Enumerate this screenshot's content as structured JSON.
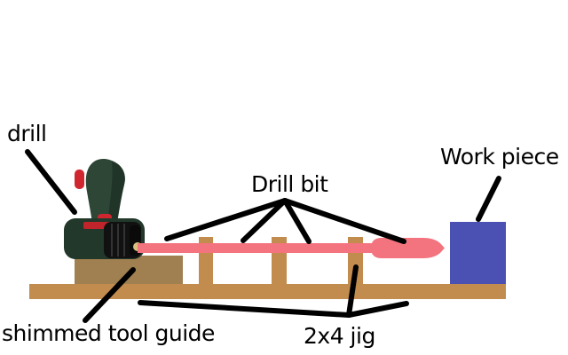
{
  "labels": {
    "drill": "drill",
    "drill_bit": "Drill bit",
    "work_piece": "Work piece",
    "shimmed_tool_guide": "shimmed tool guide",
    "jig": "2x4 jig"
  },
  "colors": {
    "background": "#ffffff",
    "annotation": "#000000",
    "wood": "#c28c4e",
    "shim": "#a07f50",
    "drill_bit": "#f3737e",
    "work_piece": "#4b51b3",
    "drill_body_green": "#2d4636",
    "drill_body_dark": "#22382b",
    "drill_chuck_black": "#111111",
    "drill_accent_red": "#cf2630",
    "bit_collar_gold": "#d6c07c"
  }
}
